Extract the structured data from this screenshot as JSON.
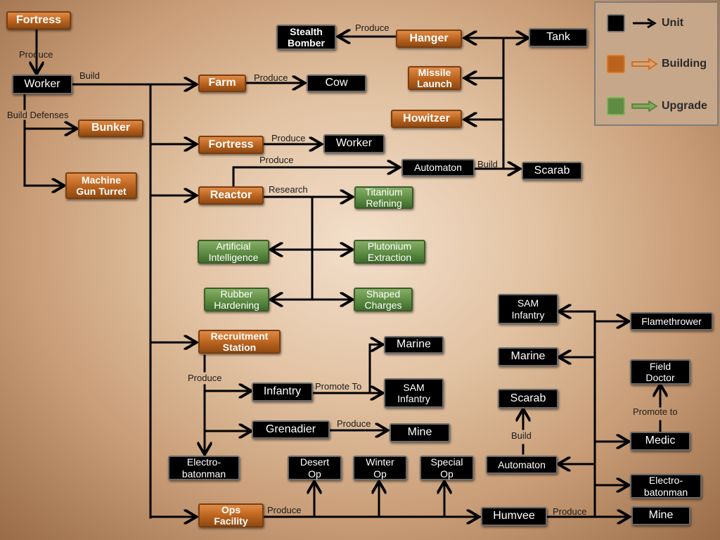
{
  "nodes": {
    "fortress_top": "Fortress",
    "worker_main": "Worker",
    "bunker": "Bunker",
    "mg_turret_1": "Machine",
    "mg_turret_2": "Gun Turret",
    "stealth_bomber_1": "Stealth",
    "stealth_bomber_2": "Bomber",
    "hanger": "Hanger",
    "tank": "Tank",
    "farm": "Farm",
    "cow": "Cow",
    "missile_launch_1": "Missile",
    "missile_launch_2": "Launch",
    "howitzer": "Howitzer",
    "fortress_mid": "Fortress",
    "worker_mid": "Worker",
    "automaton_top": "Automaton",
    "scarab_top": "Scarab",
    "reactor": "Reactor",
    "titanium_1": "Titanium",
    "titanium_2": "Refining",
    "ai_1": "Artificial",
    "ai_2": "Intelligence",
    "plutonium_1": "Plutonium",
    "plutonium_2": "Extraction",
    "rubber_1": "Rubber",
    "rubber_2": "Hardening",
    "shaped_1": "Shaped",
    "shaped_2": "Charges",
    "recruit_1": "Recruitment",
    "recruit_2": "Station",
    "marine_left": "Marine",
    "infantry": "Infantry",
    "sam_left_1": "SAM",
    "sam_left_2": "Infantry",
    "grenadier": "Grenadier",
    "mine_left": "Mine",
    "electro_left_1": "Electro-",
    "electro_left_2": "batonman",
    "desert_1": "Desert",
    "desert_2": "Op",
    "winter_1": "Winter",
    "winter_2": "Op",
    "special_1": "Special",
    "special_2": "Op",
    "ops_1": "Ops",
    "ops_2": "Facility",
    "humvee": "Humvee",
    "mine_right": "Mine",
    "automaton_bottom": "Automaton",
    "scarab_right": "Scarab",
    "sam_right_1": "SAM",
    "sam_right_2": "Infantry",
    "marine_right": "Marine",
    "flamethrower": "Flamethrower",
    "field_doctor_1": "Field",
    "field_doctor_2": "Doctor",
    "medic": "Medic",
    "electro_right_1": "Electro-",
    "electro_right_2": "batonman"
  },
  "labels": {
    "produce_fortress_worker": "Produce",
    "build_worker": "Build",
    "build_defenses": "Build Defenses",
    "produce_hanger": "Produce",
    "produce_farm": "Produce",
    "produce_fortress_mid": "Produce",
    "produce_reactor": "Produce",
    "build_automaton": "Build",
    "research_reactor": "Research",
    "produce_recruitment": "Produce",
    "promote_to_left": "Promote To",
    "produce_grenadier": "Produce",
    "produce_ops": "Produce",
    "produce_humvee": "Produce",
    "build_bottom_automaton": "Build",
    "promote_to_right": "Promote to"
  },
  "legend": {
    "unit": "Unit",
    "building": "Building",
    "upgrade": "Upgrade",
    "colors": {
      "unit": "#000000",
      "building": "#c0651f",
      "upgrade": "#5e8c43"
    }
  }
}
